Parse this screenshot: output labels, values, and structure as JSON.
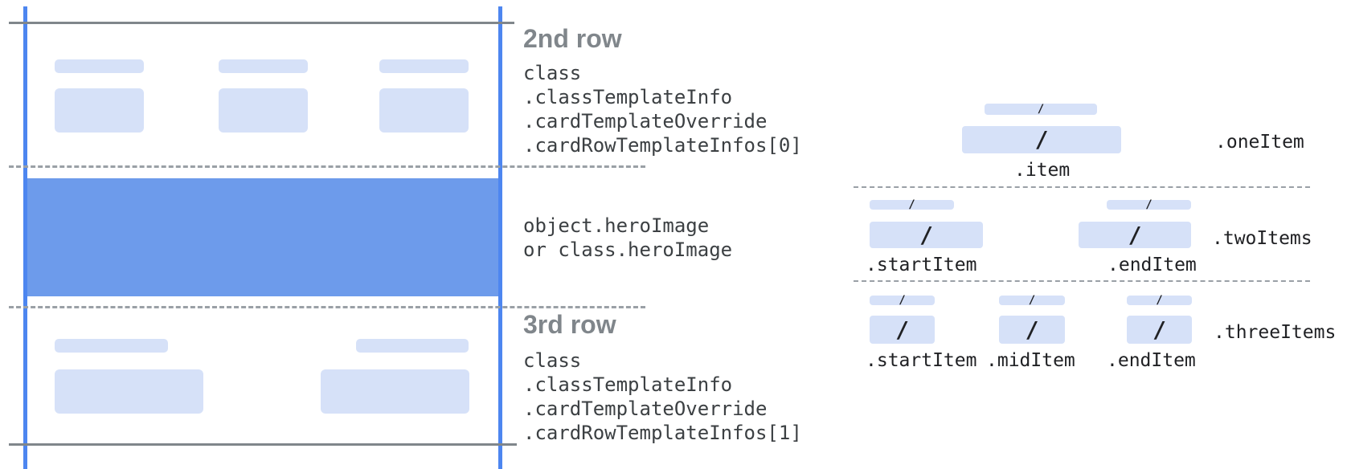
{
  "colors": {
    "placeholder_bar": "#D6E1F8",
    "hero_band": "#6D9BEB",
    "card_edge_line": "#4D86F0",
    "solid_line": "#80868B",
    "dashed_line": "#9AA0A6",
    "heading_text": "#80868B",
    "code_text": "#3C4043"
  },
  "annotations": {
    "row2": {
      "heading": "2nd row",
      "lines": [
        "class",
        ".classTemplateInfo",
        ".cardTemplateOverride",
        ".cardRowTemplateInfos[0]"
      ]
    },
    "hero": {
      "lines": [
        "object.heroImage",
        "or class.heroImage"
      ]
    },
    "row3": {
      "heading": "3rd row",
      "lines": [
        "class",
        ".classTemplateInfo",
        ".cardTemplateOverride",
        ".cardRowTemplateInfos[1]"
      ]
    }
  },
  "items_panel": {
    "slash": "/",
    "one_item": {
      "row_label": ".oneItem",
      "item_labels": [
        ".item"
      ]
    },
    "two_items": {
      "row_label": ".twoItems",
      "item_labels": [
        ".startItem",
        ".endItem"
      ]
    },
    "three_items": {
      "row_label": ".threeItems",
      "item_labels": [
        ".startItem",
        ".midItem",
        ".endItem"
      ]
    }
  }
}
